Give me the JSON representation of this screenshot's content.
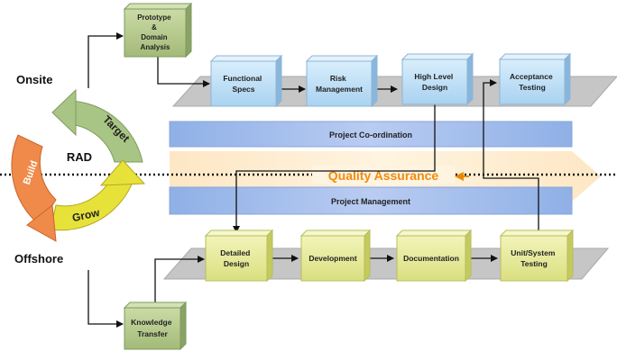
{
  "sides": {
    "onsite": "Onsite",
    "offshore": "Offshore"
  },
  "cycle": {
    "center": "RAD",
    "build": "Build",
    "target": "Target",
    "grow": "Grow"
  },
  "bands": {
    "coordination": "Project Co-ordination",
    "quality": "Quality Assurance",
    "management": "Project Management"
  },
  "onsite_boxes": {
    "prototype": [
      "Prototype",
      "&",
      "Domain",
      "Analysis"
    ],
    "functional": [
      "Functional",
      "Specs"
    ],
    "risk": [
      "Risk",
      "Management"
    ],
    "design": [
      "High Level",
      "Design"
    ],
    "acceptance": [
      "Acceptance",
      "Testing"
    ]
  },
  "offshore_boxes": {
    "detailed": [
      "Detailed",
      "Design"
    ],
    "development": [
      "Development"
    ],
    "documentation": [
      "Documentation"
    ],
    "unit": [
      "Unit/System",
      "Testing"
    ],
    "knowledge": [
      "Knowledge",
      "Transfer"
    ]
  },
  "colors": {
    "blue_box": "#bfe0f7",
    "yellow_box": "#e9ec9c",
    "green_box": "#b8cc8e",
    "quality": "#f39a1e",
    "band": "#aec4ee",
    "platform": "#c8c8c8"
  }
}
